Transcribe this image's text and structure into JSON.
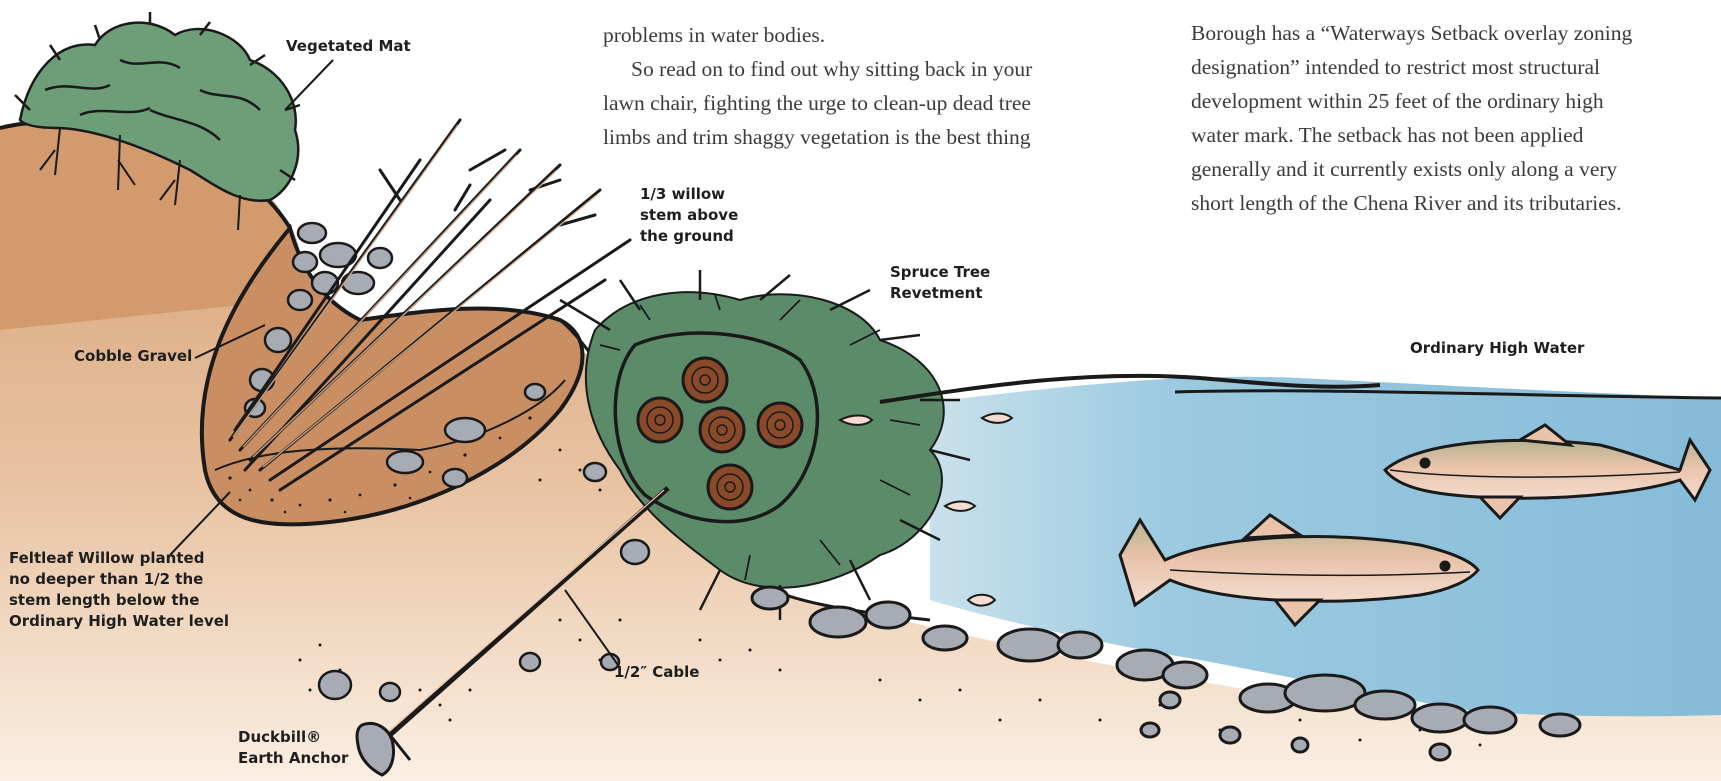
{
  "article": {
    "left_column": [
      "problems in water bodies.",
      "So read on to find out why sitting back in your",
      "lawn chair, fighting the urge to clean-up dead tree",
      "limbs and trim shaggy vegetation is the best thing"
    ],
    "right_column": [
      "Borough has a “Waterways Setback overlay zoning",
      "designation” intended to restrict most structural",
      "development within 25 feet of the ordinary high",
      "water mark. The setback has not been applied",
      "generally and it currently exists only along a very",
      "short length of the Chena River and its tributaries."
    ]
  },
  "labels": {
    "vegetated_mat": "Vegetated Mat",
    "willow_stem": [
      "1/3 willow",
      "stem above",
      "the ground"
    ],
    "spruce_revetment": [
      "Spruce Tree",
      "Revetment"
    ],
    "cobble_gravel": "Cobble Gravel",
    "ordinary_high_water": "Ordinary High Water",
    "feltleaf_willow": [
      "Feltleaf Willow planted",
      "no deeper than 1/2 the",
      "stem length below the",
      "Ordinary High Water level"
    ],
    "cable": "1/2″ Cable",
    "duckbill": [
      "Duckbill®",
      "Earth Anchor"
    ]
  },
  "colors": {
    "soil": "#d9a77f",
    "soil_light": "#f3dcc6",
    "water": "#8fc1da",
    "vegetation": "#6e9e78",
    "spruce": "#3f6b4e",
    "log": "#8a4a2a",
    "rock": "#a7abb3",
    "outline": "#1a1a1a"
  }
}
